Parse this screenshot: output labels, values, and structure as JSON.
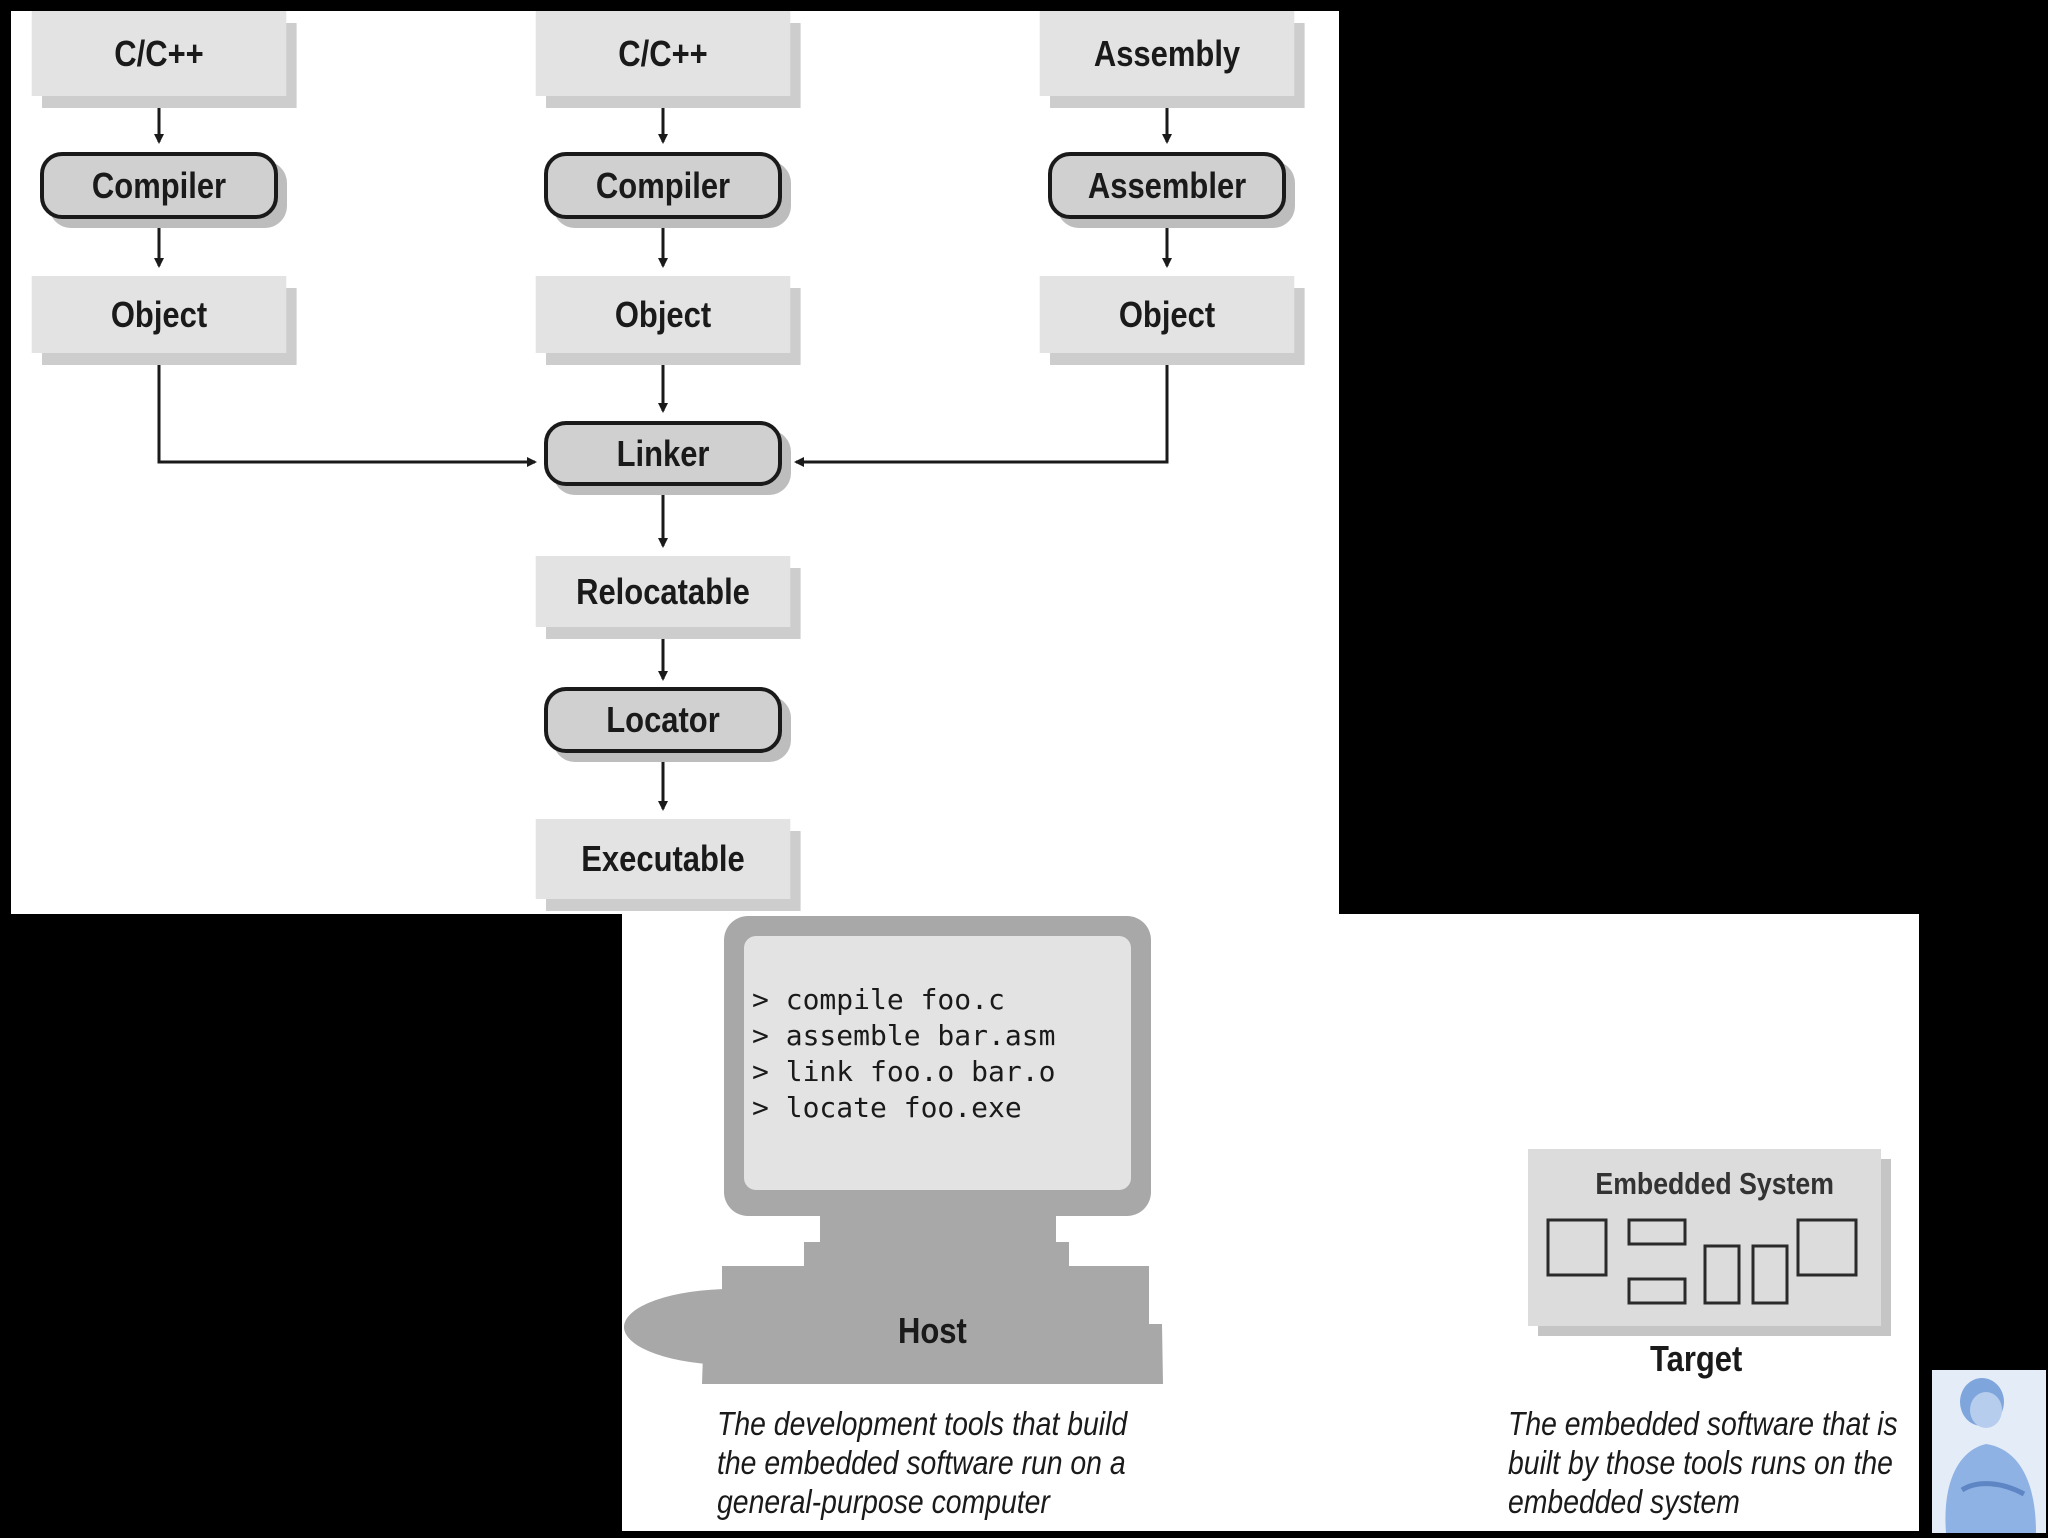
{
  "flow": {
    "col1": {
      "source": "C/C++",
      "tool": "Compiler",
      "object": "Object"
    },
    "col2": {
      "source": "C/C++",
      "tool": "Compiler",
      "object": "Object"
    },
    "col3": {
      "source": "Assembly",
      "tool": "Assembler",
      "object": "Object"
    },
    "linker": "Linker",
    "relocatable": "Relocatable",
    "locator": "Locator",
    "executable": "Executable"
  },
  "host": {
    "commands": [
      "> compile foo.c",
      "> assemble bar.asm",
      "> link foo.o bar.o",
      "> locate foo.exe"
    ],
    "label": "Host",
    "caption": [
      "The development tools that build",
      "the embedded software run on a",
      "general-purpose computer"
    ]
  },
  "target": {
    "box_title": "Embedded System",
    "label": "Target",
    "caption": [
      "The embedded software that is",
      "built by those tools runs on the",
      "embedded system"
    ]
  },
  "colors": {
    "box": "#e3e3e3",
    "pill": "#d0d0d0",
    "host_body": "#a8a8a8",
    "screen": "#e3e3e3"
  },
  "icons": [
    "computer-icon",
    "embedded-board-icon",
    "presenter-thumbnail"
  ]
}
